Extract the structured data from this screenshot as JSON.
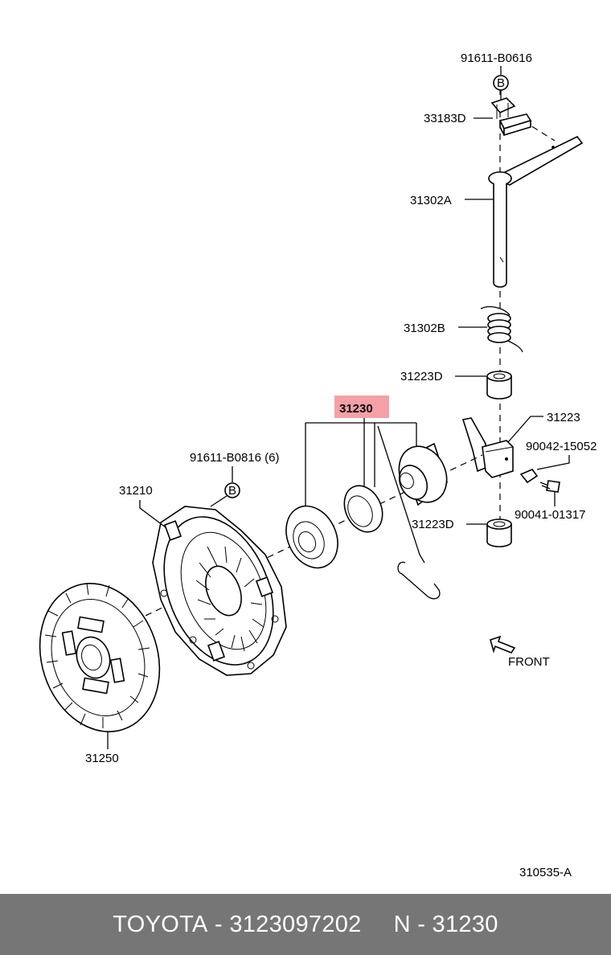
{
  "diagram": {
    "labels": {
      "p91611_b0616": "91611-B0616",
      "callout_b_top": "B",
      "p33183d": "33183D",
      "p31302a": "31302A",
      "p31302b": "31302B",
      "p31223d_top": "31223D",
      "p31230": "31230",
      "p31223": "31223",
      "p90042": "90042-15052",
      "p91611_b0816": "91611-B0816 (6)",
      "callout_b_mid": "B",
      "p31210": "31210",
      "p90041": "90041-01317",
      "p31223d_bottom": "31223D",
      "front": "FRONT",
      "p31250": "31250",
      "ref": "310535-A"
    },
    "highlight_color": "#f4a0a6"
  },
  "footer": {
    "brand": "TOYOTA",
    "sep1": " - ",
    "part_number": "3123097202",
    "n_label": "N",
    "sep2": " - ",
    "n_value": "31230",
    "background": "#767676"
  }
}
